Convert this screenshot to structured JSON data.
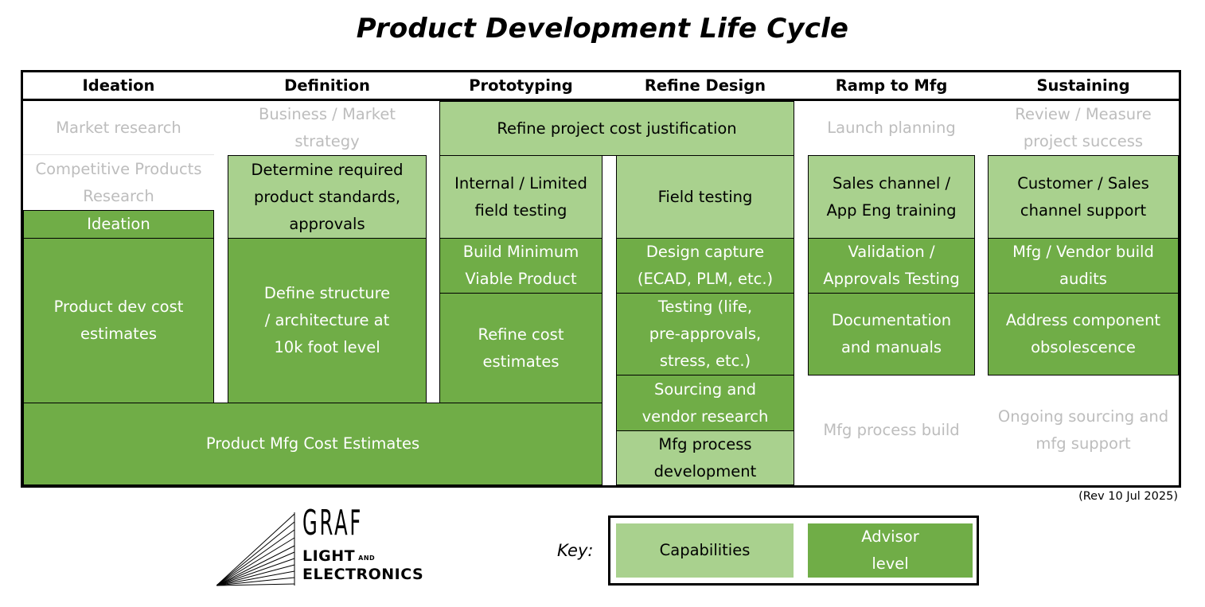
{
  "title": "Product Development Life Cycle",
  "phases": [
    "Ideation",
    "Definition",
    "Prototyping",
    "Refine Design",
    "Ramp to Mfg",
    "Sustaining"
  ],
  "cells": {
    "ideation": {
      "market_research": "Market research",
      "competitive_products": "Competitive Products Research",
      "ideation": "Ideation",
      "product_dev_cost": "Product dev cost estimates"
    },
    "definition": {
      "business_market": "Business / Market strategy",
      "standards": "Determine required product standards, approvals",
      "structure": "Define structure / architecture at 10k foot level"
    },
    "prototyping": {
      "refine_justification": "Refine project cost justification",
      "internal_testing": "Internal / Limited field testing",
      "mvp": "Build Minimum Viable Product",
      "refine_cost": "Refine cost estimates",
      "mfg_cost": "Product Mfg Cost Estimates"
    },
    "refine_design": {
      "field_testing": "Field testing",
      "design_capture": "Design capture (ECAD, PLM, etc.)",
      "testing": "Testing (life, pre-approvals, stress, etc.)",
      "sourcing": "Sourcing and vendor research",
      "mfg_process_dev": "Mfg process development"
    },
    "ramp": {
      "launch_planning": "Launch planning",
      "sales_training": "Sales channel / App Eng training",
      "validation": "Validation / Approvals Testing",
      "documentation": "Documentation and manuals",
      "mfg_process_build": "Mfg process build"
    },
    "sustaining": {
      "review": "Review / Measure project success",
      "customer_support": "Customer / Sales channel support",
      "audits": "Mfg / Vendor build audits",
      "obsolescence": "Address component obsolescence",
      "ongoing": "Ongoing sourcing and mfg support"
    }
  },
  "revision": "(Rev 10 Jul 2025)",
  "key": {
    "label": "Key:",
    "capabilities": "Capabilities",
    "advisor": "Advisor level"
  },
  "colors": {
    "capabilities": "#a9d18e",
    "advisor": "#70ad47",
    "ghost_text": "#bdbdbd"
  },
  "logo": {
    "line1": "GRAF",
    "line2": "LIGHT",
    "and": "AND",
    "line3": "ELECTRONICS"
  }
}
